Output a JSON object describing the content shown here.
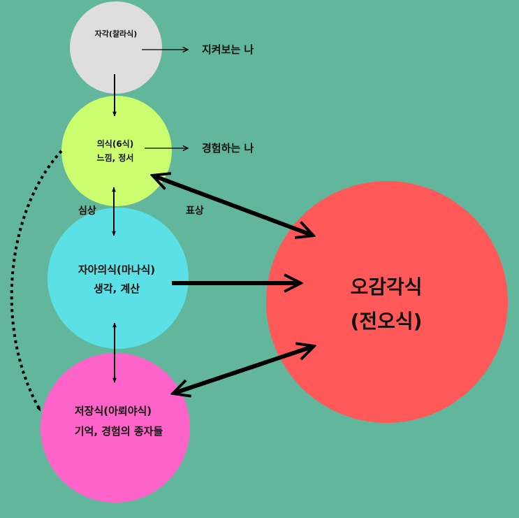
{
  "colors": {
    "background": "#62b69b",
    "self_awareness": "#dedede",
    "consciousness": "#ccfd6e",
    "ego_consciousness": "#5be0e6",
    "storehouse_consciousness": "#fd63c9",
    "five_senses": "#fe5859",
    "arrow": "#000000"
  },
  "nodes": {
    "self_awareness": {
      "line1": "자각(찰라식)"
    },
    "consciousness": {
      "line1": "의식(6식)",
      "line2": "느낌, 정서"
    },
    "ego_consciousness": {
      "line1": "자아의식(마나식)",
      "line2": "생각, 계산"
    },
    "storehouse_consciousness": {
      "line1": "저장식(아뢰야식)",
      "line2": "기억, 경험의 종자들"
    },
    "five_senses": {
      "line1": "오감각식",
      "line2": "(전오식)"
    }
  },
  "labels": {
    "watching_self": "지켜보는 나",
    "experiencing_self": "경험하는 나",
    "mind_image": "심상",
    "representation": "표상"
  }
}
